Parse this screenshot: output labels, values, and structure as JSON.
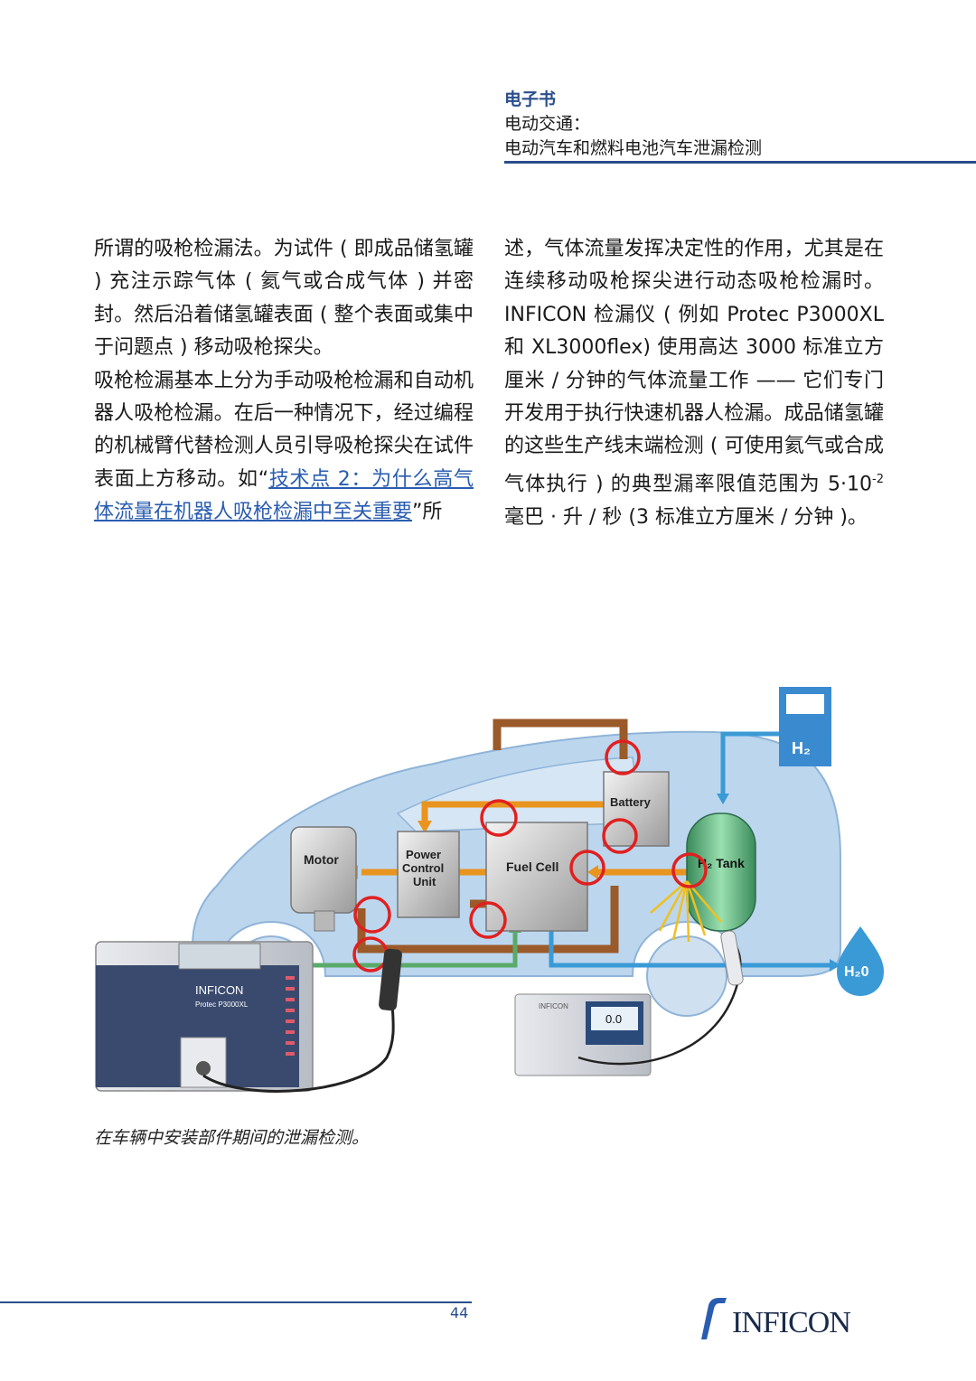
{
  "header": {
    "kind": "电子书",
    "line1": "电动交通：",
    "line2": "电动汽车和燃料电池汽车泄漏检测"
  },
  "left_column": {
    "p1": "所谓的吸枪检漏法。为试件 ( 即成品储氢罐 ) 充注示踪气体 ( 氦气或合成气体 ) 并密封。然后沿着储氢罐表面 ( 整个表面或集中于问题点 ) 移动吸枪探尖。",
    "p2_a": "吸枪检漏基本上分为手动吸枪检漏和自动机器人吸枪检漏。在后一种情况下，经过编程的机械臂代替检测人员引导吸枪探尖在试件表面上方移动。如“",
    "p2_link": "技术点 2：为什么高气体流量在机器人吸枪检漏中至关重要",
    "p2_b": "”所"
  },
  "right_column": {
    "p1_a": "述，气体流量发挥决定性的作用，尤其是在连续移动吸枪探尖进行动态吸枪检漏时。INFICON 检漏仪 ( 例如 Protec P3000XL 和 XL3000flex) 使用高达 3000 标准立方厘米 / 分钟的气体流量工作 —— 它们专门开发用于执行快速机器人检漏。成品储氢罐的这些生产线末端检测 ( 可使用氦气或合成气体执行 ) 的典型漏率限值范围为 5·10",
    "p1_sup": "-2",
    "p1_b": " 毫巴 · 升 / 秒 (3 标准立方厘米 / 分钟 )。"
  },
  "figure": {
    "labels": {
      "motor": "Motor",
      "pcu1": "Power",
      "pcu2": "Control",
      "pcu3": "Unit",
      "fuel_cell": "Fuel Cell",
      "battery": "Battery",
      "tank": "H₂ Tank",
      "station": "H₂",
      "water": "H₂0",
      "device_brand": "INFICON",
      "device_model": "Protec P3000XL",
      "small_brand": "INFICON",
      "readout": "0.0"
    },
    "colors": {
      "body": "#bcd6ee",
      "orange": "#e8941e",
      "brown": "#9a5a2a",
      "green": "#5aaa6a",
      "blue": "#3a9ad6",
      "leak": "#e02020"
    }
  },
  "caption": "在车辆中安装部件期间的泄漏检测。",
  "footer": {
    "page": "44",
    "brand": "INFICON"
  }
}
